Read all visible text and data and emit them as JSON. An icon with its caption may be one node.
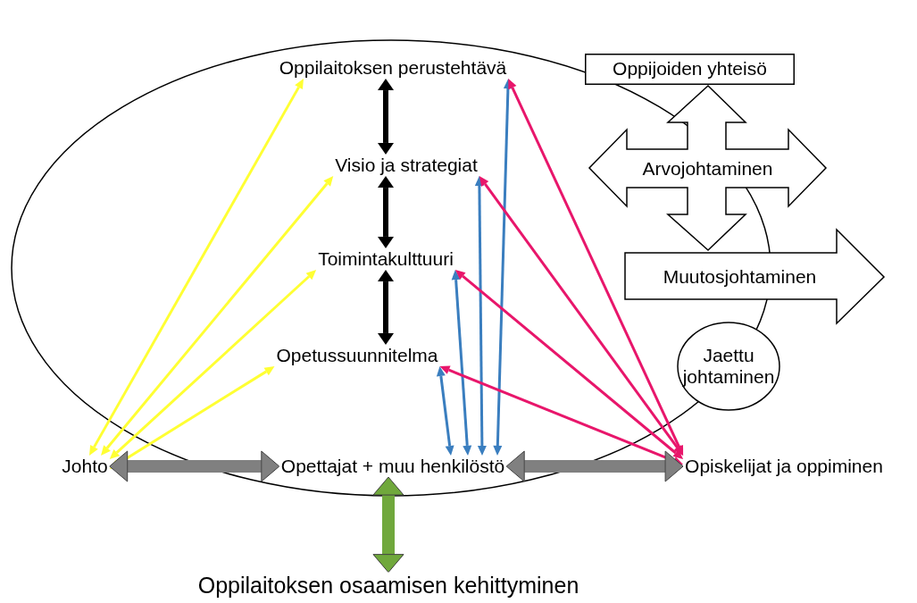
{
  "diagram": {
    "nodes": [
      {
        "text": [
          "Oppilaitoksen perustehtävä"
        ]
      },
      {
        "text": [
          "Visio ja strategiat"
        ]
      },
      {
        "text": [
          "Toimintakulttuuri"
        ]
      },
      {
        "text": [
          "Opetussuunnitelma"
        ]
      },
      {
        "text": [
          "Johto"
        ]
      },
      {
        "text": [
          "Opettajat + muu henkilöstö"
        ]
      },
      {
        "text": [
          "Opiskelijat ja oppiminen"
        ]
      },
      {
        "text": [
          "Oppijoiden yhteisö"
        ]
      },
      {
        "text": [
          "Arvojohtaminen"
        ]
      },
      {
        "text": [
          "Muutosjohtaminen"
        ]
      },
      {
        "text": [
          "Jaettu johtaminen"
        ]
      },
      {
        "text": [
          "Oppilaitoksen osaamisen kehittyminen"
        ]
      }
    ],
    "edges": [
      {
        "from": 0,
        "to": 1,
        "arrow": "both",
        "style": "thick",
        "color": "#000000"
      },
      {
        "from": 1,
        "to": 2,
        "arrow": "both",
        "style": "thick",
        "color": "#000000"
      },
      {
        "from": 2,
        "to": 3,
        "arrow": "both",
        "style": "thick",
        "color": "#000000"
      },
      {
        "from": 4,
        "to": 0,
        "arrow": "both",
        "color": "#ffff33"
      },
      {
        "from": 4,
        "to": 1,
        "arrow": "both",
        "color": "#ffff33"
      },
      {
        "from": 4,
        "to": 2,
        "arrow": "both",
        "color": "#ffff33"
      },
      {
        "from": 4,
        "to": 3,
        "arrow": "both",
        "color": "#ffff33"
      },
      {
        "from": 5,
        "to": 0,
        "arrow": "both",
        "color": "#3a7ebf"
      },
      {
        "from": 5,
        "to": 1,
        "arrow": "both",
        "color": "#3a7ebf"
      },
      {
        "from": 5,
        "to": 2,
        "arrow": "both",
        "color": "#3a7ebf"
      },
      {
        "from": 5,
        "to": 3,
        "arrow": "both",
        "color": "#3a7ebf"
      },
      {
        "from": 6,
        "to": 0,
        "arrow": "both",
        "color": "#e8166b"
      },
      {
        "from": 6,
        "to": 1,
        "arrow": "both",
        "color": "#e8166b"
      },
      {
        "from": 6,
        "to": 2,
        "arrow": "both",
        "color": "#e8166b"
      },
      {
        "from": 6,
        "to": 3,
        "arrow": "both",
        "color": "#e8166b"
      },
      {
        "from": 4,
        "to": 5,
        "arrow": "both",
        "style": "thick",
        "color": "#808080"
      },
      {
        "from": 5,
        "to": 6,
        "arrow": "both",
        "style": "thick",
        "color": "#808080"
      },
      {
        "from": 5,
        "to": 11,
        "arrow": "both",
        "style": "thick",
        "color": "#70a83c"
      }
    ]
  }
}
